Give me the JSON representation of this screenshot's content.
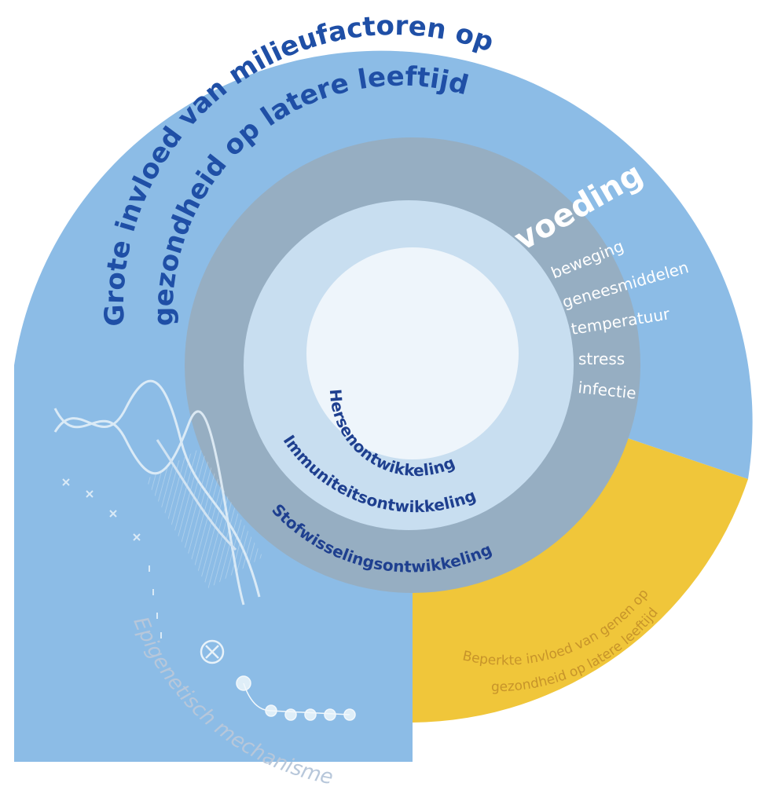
{
  "colors": {
    "outer_blue": "#8cbce6",
    "yellow": "#f0c63a",
    "grey_ring": "#96aec2",
    "light_ring": "#c8def0",
    "center": "#eef5fb",
    "title_blue": "#1f4fa6",
    "label_navy": "#1e3f8f",
    "white_text": "#ffffff",
    "epi_text": "#b7c7da",
    "genes_text": "#c7942a"
  },
  "outer_title": {
    "line1": "Grote invloed van milieufactoren op",
    "line2": "gezondheid op latere leeftijd"
  },
  "factors": {
    "main": "voeding",
    "items": [
      "beweging",
      "geneesmiddelen",
      "temperatuur",
      "stress",
      "infectie"
    ]
  },
  "rings": {
    "center": "Hersenontwikkeling",
    "middle": "Immuniteitsontwikkeling",
    "outer": "Stofwisselingsontwikkeling"
  },
  "genes": {
    "line1": "Beperkte invloed van genen op",
    "line2": "gezondheid op latere leeftijd"
  },
  "epigenetic_label": "Epigenetisch mechanisme",
  "icons": [
    "dna-helix-icon",
    "chromosome-icon",
    "nucleosome-beads-icon"
  ]
}
